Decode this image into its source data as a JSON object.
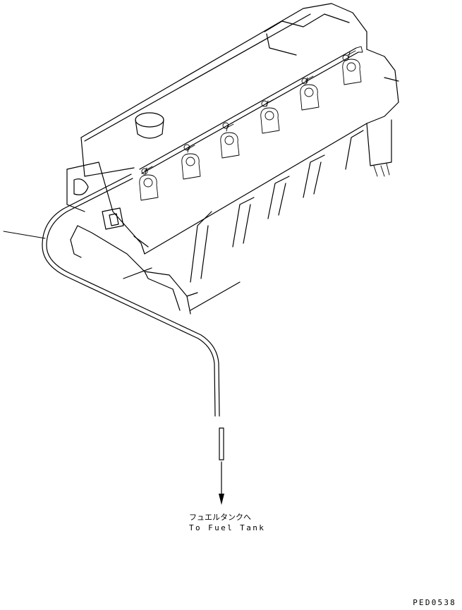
{
  "destination": {
    "label_jp": "フュエルタンクへ",
    "label_en": "To Fuel Tank"
  },
  "drawing_code": "PED0538",
  "colors": {
    "line": "#000000",
    "background": "#ffffff"
  }
}
